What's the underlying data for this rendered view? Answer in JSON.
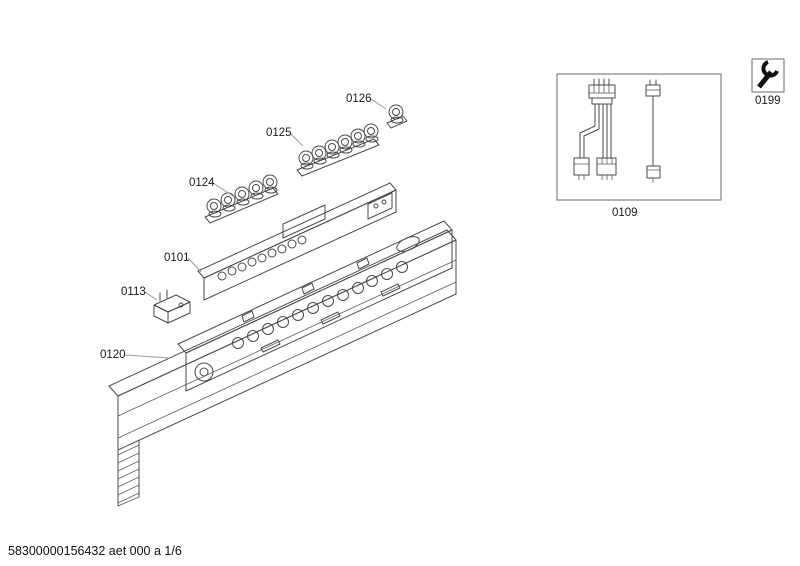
{
  "callouts": {
    "control_module": "0101",
    "cable_harness": "0109",
    "bracket": "0113",
    "front_panel": "0120",
    "button_row_lower": "0124",
    "button_row_upper": "0125",
    "single_button": "0126",
    "service_tool": "0199"
  },
  "footer": {
    "document_number": "58300000156432 aet 000 a 1/6"
  },
  "icons": {
    "service_tool_icon": "wrench-icon"
  },
  "colors": {
    "background": "#ffffff",
    "line": "#4a4a4a",
    "leader_line": "#9a9a9a",
    "text": "#1a1a1a",
    "icon_fill": "#111111"
  }
}
